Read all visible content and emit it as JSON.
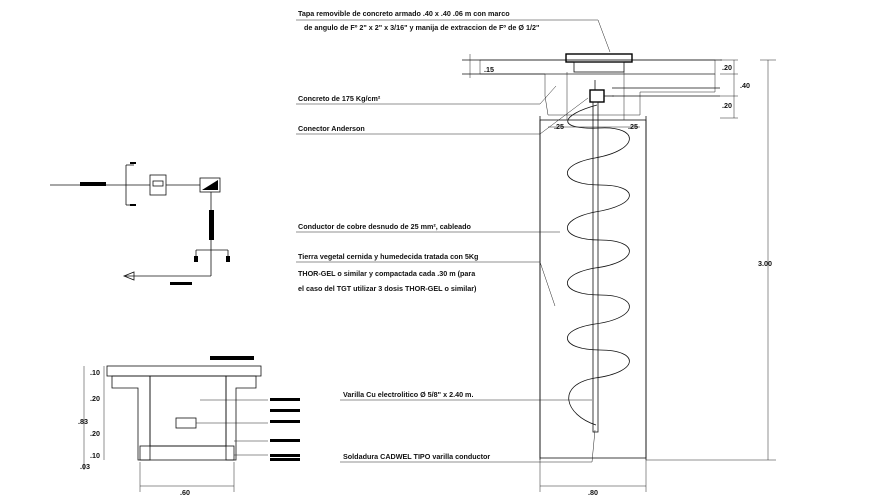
{
  "labels": {
    "tapa_line1": "Tapa removible de concreto armado .40 x .40 .06 m con marco",
    "tapa_line2": "de angulo de Fº 2\" x 2\" x 3/16\" y manija de extraccion de Fº de Ø 1/2\"",
    "concreto": "Concreto de 175 Kg/cm²",
    "conector": "Conector Anderson",
    "conductor": "Conductor de cobre desnudo de 25 mm², cableado",
    "tierra_line1": "Tierra vegetal cernida y humedecida tratada con 5Kg",
    "tierra_line2": "THOR-GEL o similar y compactada cada .30 m (para",
    "tierra_line3": "el caso del TGT utilizar 3 dosis THOR-GEL o similar)",
    "varilla": "Varilla Cu electrolitico Ø 5/8\" x 2.40 m.",
    "soldadura": "Soldadura CADWEL TIPO varilla conductor"
  },
  "dimensions": {
    "top_slab": ".15",
    "right_top": ".20",
    "right_mid": ".40",
    "right_low": ".20",
    "inner_left": ".25",
    "inner_right": ".25",
    "height_total": "3.00",
    "width_bottom": ".80",
    "small_10": ".10",
    "small_20a": ".20",
    "small_83": ".83",
    "small_20b": ".20",
    "small_10b": ".10",
    "small_03": ".03",
    "small_width": ".60"
  }
}
